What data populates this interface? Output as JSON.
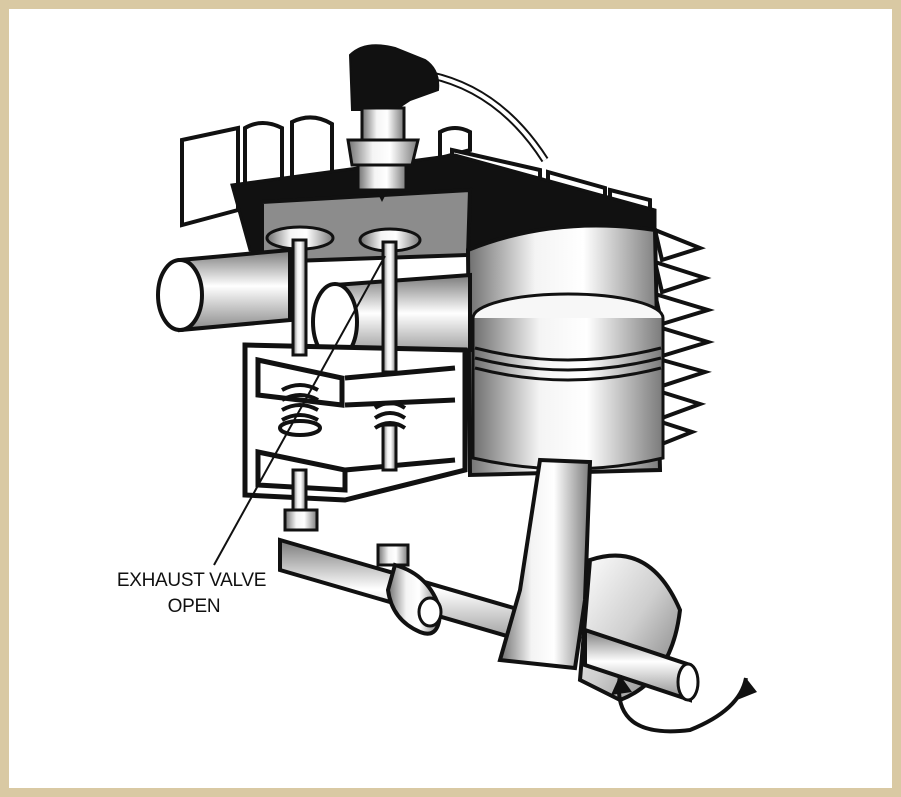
{
  "figure": {
    "labels": [
      {
        "id": "exhaust-valve-label",
        "lines": [
          "EXHAUST VALVE",
          "OPEN"
        ]
      }
    ]
  },
  "colors": {
    "border": "#d9c9a3",
    "background": "#ffffff",
    "ink": "#111111",
    "metal_dark": "#6f6f6f",
    "metal_light": "#f4f4f4",
    "chamber": "#8c8c8c"
  }
}
